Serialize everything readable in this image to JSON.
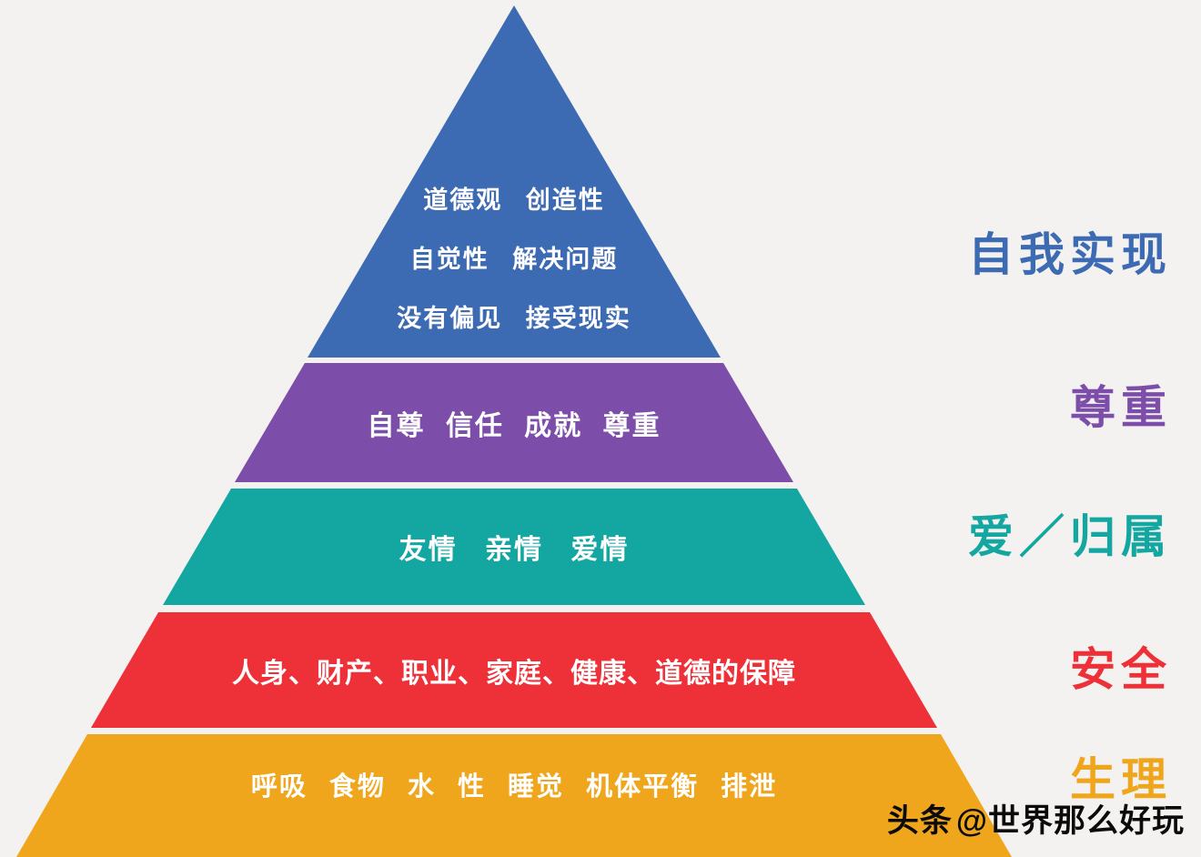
{
  "background": "#f3f2f0",
  "pyramid": {
    "levels": [
      {
        "id": "self-actualization",
        "label": "自我实现",
        "color": "#3c6bb3",
        "lines": [
          "道德观 创造性",
          "自觉性 解决问题",
          "没有偏见 接受现实"
        ]
      },
      {
        "id": "esteem",
        "label": "尊重",
        "color": "#7c4da9",
        "lines": [
          "自尊 信任 成就 尊重"
        ]
      },
      {
        "id": "love-belonging",
        "label": "爱／归属",
        "color": "#14a7a1",
        "lines": [
          "友情 亲情 爱情"
        ]
      },
      {
        "id": "safety",
        "label": "安全",
        "color": "#ee3138",
        "lines": [
          "人身、财产、职业、家庭、健康、道德的保障"
        ]
      },
      {
        "id": "physiological",
        "label": "生理",
        "color": "#f0a61c",
        "lines": [
          "呼吸 食物 水 性 睡觉 机体平衡 排泄"
        ]
      }
    ]
  },
  "watermark": {
    "brand": "头条",
    "handle": "@世界那么好玩"
  }
}
